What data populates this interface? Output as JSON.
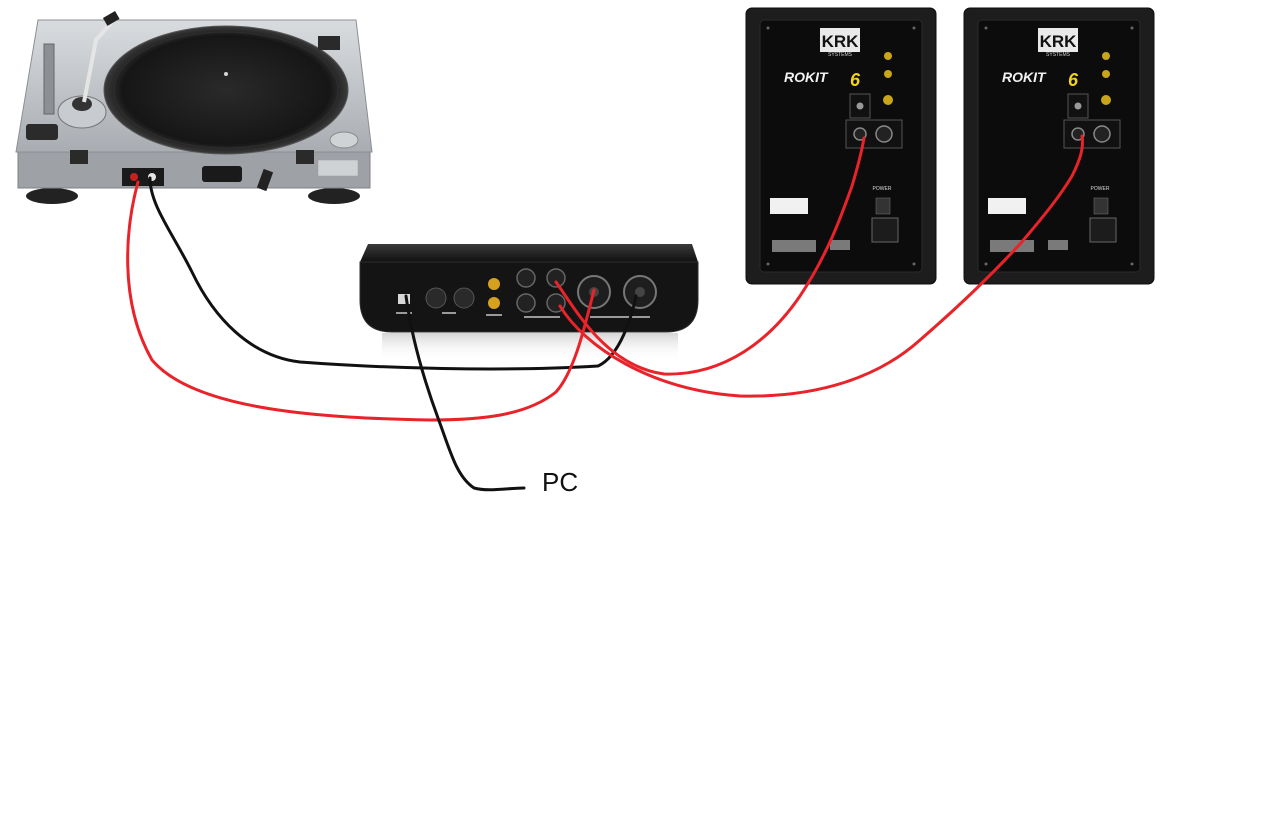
{
  "labels": {
    "pc": "PC"
  },
  "speakers": [
    {
      "brand": "KRK",
      "brand_sub": "SYSTEMS",
      "model": "ROKIT",
      "model_num": "6",
      "power_label": "POWER"
    },
    {
      "brand": "KRK",
      "brand_sub": "SYSTEMS",
      "model": "ROKIT",
      "model_num": "6",
      "power_label": "POWER"
    }
  ],
  "colors": {
    "cable_red": "#e8232a",
    "cable_black": "#111111",
    "speaker_body": "#1d1d1d",
    "speaker_panel": "#0c0c0c",
    "turntable_silver": "#bfc3c7",
    "platter": "#1b1b1b",
    "interface_body": "#141414",
    "model_yellow": "#f2d21b"
  },
  "icons": {
    "turntable": "turntable-icon",
    "audio_interface": "audio-interface-icon",
    "speaker": "studio-monitor-icon"
  }
}
